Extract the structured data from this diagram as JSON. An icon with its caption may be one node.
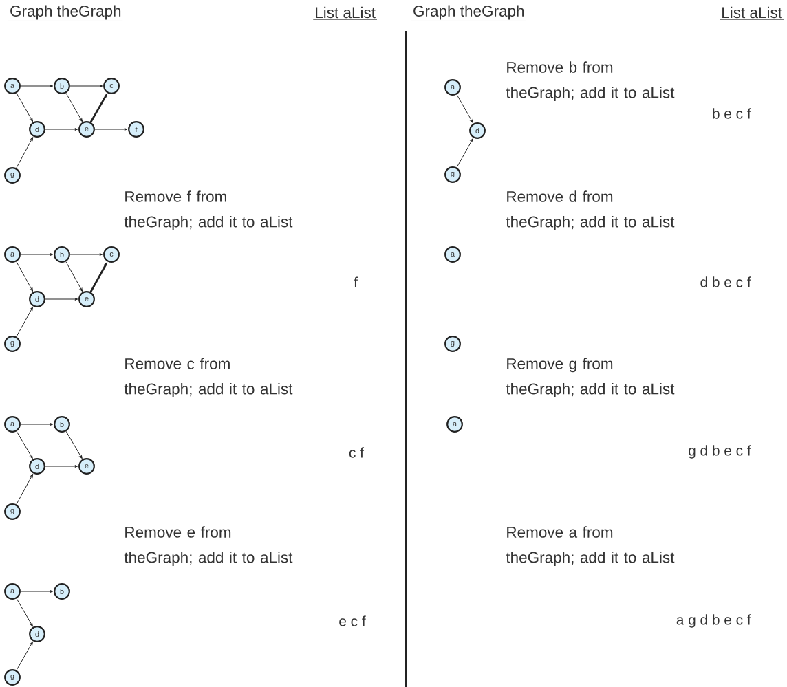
{
  "diagram": {
    "nodes": [
      {
        "text": [
          "a"
        ]
      },
      {
        "text": [
          "b"
        ]
      },
      {
        "text": [
          "c"
        ]
      },
      {
        "text": [
          "d"
        ]
      },
      {
        "text": [
          "e"
        ]
      },
      {
        "text": [
          "f"
        ]
      },
      {
        "text": [
          "g"
        ]
      },
      {
        "text": [
          "a"
        ]
      },
      {
        "text": [
          "b"
        ]
      },
      {
        "text": [
          "c"
        ]
      },
      {
        "text": [
          "d"
        ]
      },
      {
        "text": [
          "e"
        ]
      },
      {
        "text": [
          "g"
        ]
      },
      {
        "text": [
          "a"
        ]
      },
      {
        "text": [
          "b"
        ]
      },
      {
        "text": [
          "d"
        ]
      },
      {
        "text": [
          "e"
        ]
      },
      {
        "text": [
          "g"
        ]
      },
      {
        "text": [
          "a"
        ]
      },
      {
        "text": [
          "b"
        ]
      },
      {
        "text": [
          "d"
        ]
      },
      {
        "text": [
          "g"
        ]
      },
      {
        "text": [
          "a"
        ]
      },
      {
        "text": [
          "d"
        ]
      },
      {
        "text": [
          "g"
        ]
      },
      {
        "text": [
          "a"
        ]
      },
      {
        "text": [
          "g"
        ]
      },
      {
        "text": [
          "a"
        ]
      }
    ],
    "edges": [
      {
        "from": 0,
        "to": 1,
        "arrow": "to"
      },
      {
        "from": 1,
        "to": 2,
        "arrow": "to"
      },
      {
        "from": 0,
        "to": 3,
        "arrow": "to"
      },
      {
        "from": 1,
        "to": 4,
        "arrow": "to"
      },
      {
        "from": 4,
        "to": 2,
        "arrow": "to",
        "style": "thick"
      },
      {
        "from": 3,
        "to": 4,
        "arrow": "to"
      },
      {
        "from": 4,
        "to": 5,
        "arrow": "to"
      },
      {
        "from": 6,
        "to": 3,
        "arrow": "to"
      },
      {
        "from": 7,
        "to": 8,
        "arrow": "to"
      },
      {
        "from": 8,
        "to": 9,
        "arrow": "to"
      },
      {
        "from": 7,
        "to": 10,
        "arrow": "to"
      },
      {
        "from": 8,
        "to": 11,
        "arrow": "to"
      },
      {
        "from": 11,
        "to": 9,
        "arrow": "to",
        "style": "thick"
      },
      {
        "from": 10,
        "to": 11,
        "arrow": "to"
      },
      {
        "from": 12,
        "to": 10,
        "arrow": "to"
      },
      {
        "from": 13,
        "to": 14,
        "arrow": "to"
      },
      {
        "from": 13,
        "to": 15,
        "arrow": "to"
      },
      {
        "from": 14,
        "to": 16,
        "arrow": "to"
      },
      {
        "from": 15,
        "to": 16,
        "arrow": "to"
      },
      {
        "from": 17,
        "to": 15,
        "arrow": "to"
      },
      {
        "from": 18,
        "to": 19,
        "arrow": "to"
      },
      {
        "from": 18,
        "to": 20,
        "arrow": "to"
      },
      {
        "from": 21,
        "to": 20,
        "arrow": "to"
      },
      {
        "from": 22,
        "to": 23,
        "arrow": "to"
      },
      {
        "from": 24,
        "to": 23,
        "arrow": "to"
      }
    ],
    "labels": [
      "Graph theGraph",
      "List aList",
      "Graph theGraph",
      "List aList",
      "Remove f from theGraph; add it to aList",
      "f",
      "Remove c from theGraph; add it to aList",
      "c f",
      "Remove e from theGraph; add it to aList",
      "e c f",
      "Remove b from theGraph; add it to aList",
      "b e c f",
      "Remove d from theGraph; add it to aList",
      "d b e c f",
      "Remove g from theGraph; add it to aList",
      "g d b e c f",
      "Remove a from theGraph; add it to aList",
      "a g d b e c f"
    ]
  }
}
